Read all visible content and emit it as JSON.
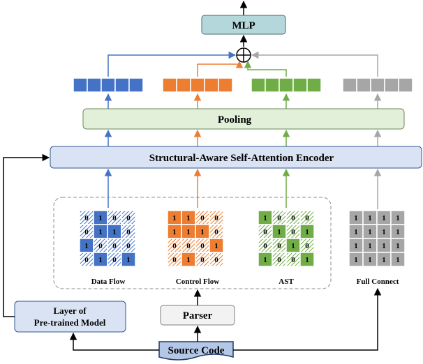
{
  "colors": {
    "blue": "#4472C4",
    "orange": "#ED7D31",
    "green": "#70AD47",
    "gray": "#A6A6A6",
    "box_blue_fill": "#DAE3F3",
    "box_green_fill": "#E2F0D9",
    "mlp_fill": "#B4D7DB",
    "source_fill": "#B4C7E7",
    "parser_fill": "#F2F2F2",
    "dark": "#1F3864"
  },
  "boxes": {
    "mlp": "MLP",
    "pooling": "Pooling",
    "encoder": "Structural-Aware Self-Attention Encoder",
    "layer_line1": "Layer of",
    "layer_line2": "Pre-trained Model",
    "parser": "Parser",
    "source": "Source Code"
  },
  "plus_symbol": "⊕",
  "matrices": [
    {
      "key": "data_flow",
      "label": "Data Flow",
      "color": "blue",
      "cells": [
        [
          "0",
          "1",
          "0",
          "0"
        ],
        [
          "0",
          "1",
          "1",
          "0"
        ],
        [
          "1",
          "0",
          "0",
          "0"
        ],
        [
          "0",
          "1",
          "0",
          "1"
        ]
      ]
    },
    {
      "key": "control_flow",
      "label": "Control Flow",
      "color": "orange",
      "cells": [
        [
          "1",
          "1",
          "0",
          "0"
        ],
        [
          "1",
          "1",
          "1",
          "0"
        ],
        [
          "0",
          "0",
          "0",
          "1"
        ],
        [
          "0",
          "1",
          "0",
          "0"
        ]
      ]
    },
    {
      "key": "ast",
      "label": "AST",
      "color": "green",
      "cells": [
        [
          "1",
          "0",
          "0",
          "0"
        ],
        [
          "0",
          "1",
          "0",
          "1"
        ],
        [
          "0",
          "0",
          "1",
          "0"
        ],
        [
          "1",
          "0",
          "0",
          "1"
        ]
      ]
    },
    {
      "key": "full_connect",
      "label": "Full Connect",
      "color": "gray",
      "cells": [
        [
          "1",
          "1",
          "1",
          "1"
        ],
        [
          "1",
          "1",
          "1",
          "1"
        ],
        [
          "1",
          "1",
          "1",
          "1"
        ],
        [
          "1",
          "1",
          "1",
          "1"
        ]
      ]
    }
  ]
}
